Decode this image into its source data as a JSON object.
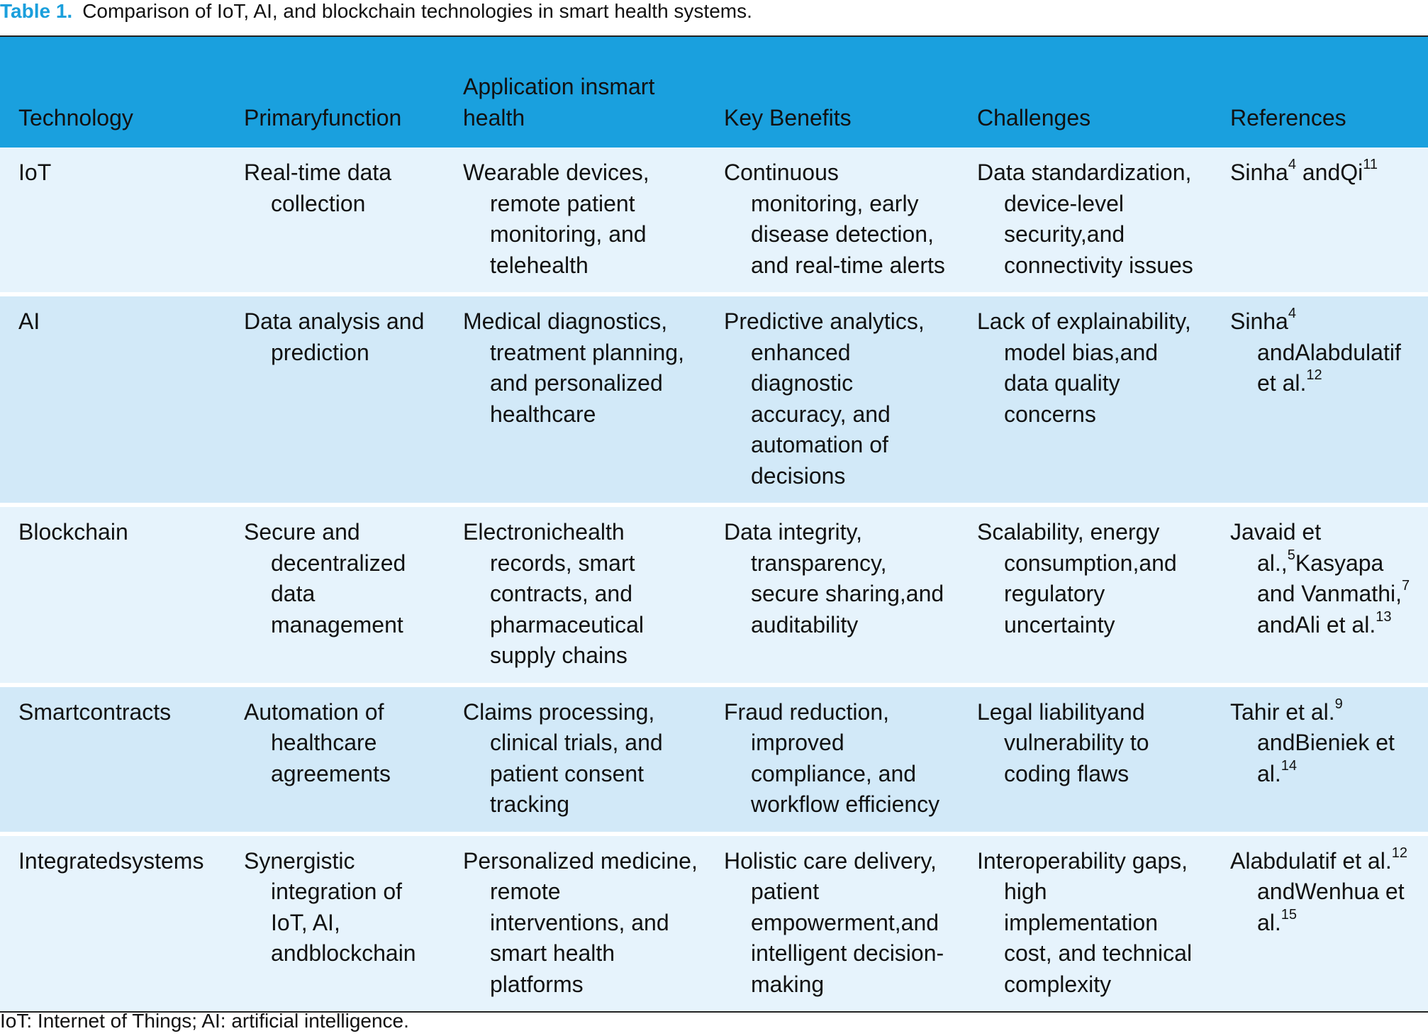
{
  "caption": {
    "label": "Table 1.",
    "text": "Comparison of IoT, AI, and blockchain technologies in smart health systems."
  },
  "table": {
    "headers": [
      "Technology",
      "Primaryfunction",
      "Application insmart health",
      "Key Benefits",
      "Challenges",
      "References"
    ],
    "rows": [
      {
        "technology": "IoT",
        "function": "Real-time data collection",
        "application": "Wearable devices, remote patient monitoring, and telehealth",
        "benefits": "Continuous monitoring, early disease detection, and real-time alerts",
        "challenges": "Data standardization, device-level security,and connectivity issues",
        "references": [
          {
            "t": "Sinha"
          },
          {
            "sup": "4"
          },
          {
            "t": " andQi"
          },
          {
            "sup": "11"
          }
        ]
      },
      {
        "technology": "AI",
        "function": "Data analysis and prediction",
        "application": "Medical diagnostics, treatment planning, and personalized healthcare",
        "benefits": "Predictive analytics, enhanced diagnostic accuracy, and automation of decisions",
        "challenges": "Lack of explainability, model bias,and data quality concerns",
        "references": [
          {
            "t": "Sinha"
          },
          {
            "sup": "4"
          },
          {
            "t": " andAlabdulatif et al."
          },
          {
            "sup": "12"
          }
        ]
      },
      {
        "technology": "Blockchain",
        "function": "Secure and decentralized data management",
        "application": "Electronichealth records, smart contracts, and pharmaceutical supply chains",
        "benefits": "Data integrity, transparency, secure sharing,and auditability",
        "challenges": "Scalability, energy consumption,and regulatory uncertainty",
        "references": [
          {
            "t": "Javaid et al.,"
          },
          {
            "sup": "5"
          },
          {
            "t": "Kasyapa and Vanmathi,"
          },
          {
            "sup": "7"
          },
          {
            "t": " andAli et al."
          },
          {
            "sup": "13"
          }
        ]
      },
      {
        "technology": "Smartcontracts",
        "function": "Automation of healthcare agreements",
        "application": "Claims processing, clinical trials, and patient consent tracking",
        "benefits": "Fraud reduction, improved compliance, and workflow efficiency",
        "challenges": "Legal liabilityand vulnerability to coding flaws",
        "references": [
          {
            "t": "Tahir et al."
          },
          {
            "sup": "9"
          },
          {
            "t": " andBieniek et al."
          },
          {
            "sup": "14"
          }
        ]
      },
      {
        "technology": "Integratedsystems",
        "function": "Synergistic integration of IoT, AI, andblockchain",
        "application": "Personalized medicine, remote interventions, and smart health platforms",
        "benefits": "Holistic care delivery, patient empowerment,and intelligent decision-making",
        "challenges": "Interoperability gaps, high implementation cost, and technical complexity",
        "references": [
          {
            "t": "Alabdulatif et al."
          },
          {
            "sup": "12"
          },
          {
            "t": " andWenhua et al."
          },
          {
            "sup": "15"
          }
        ]
      }
    ]
  },
  "footnote": "IoT: Internet of Things; AI: artificial intelligence.",
  "colors": {
    "accent": "#1a9fdc",
    "header_bg": "#1aa0de",
    "row_light": "#e6f3fc",
    "row_dark": "#d2e9f8"
  }
}
